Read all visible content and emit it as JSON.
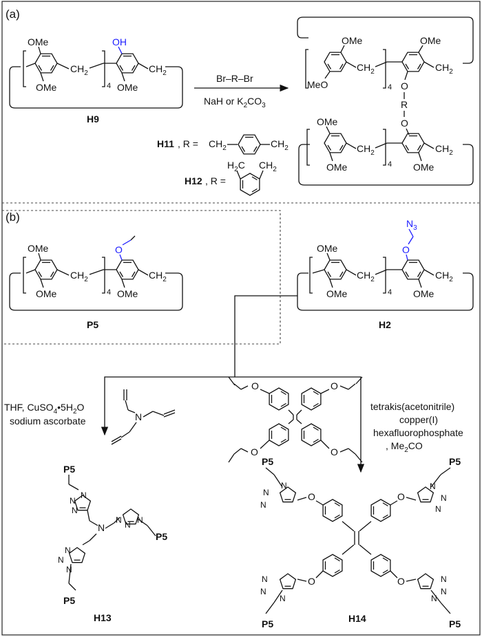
{
  "panel_a": {
    "label": "(a)",
    "reactant": {
      "name": "H9",
      "oh": "OH",
      "ome": "OMe",
      "ch2": "CH",
      "sub2": "2",
      "rep": "4"
    },
    "reagents": {
      "line1": "Br–R–Br",
      "line2_pre": "NaH or K",
      "line2_sub": "2",
      "line2_post": "CO",
      "line2_sub2": "3"
    },
    "linkers": [
      {
        "name": "H11",
        "r_text": ", R =",
        "ch2": "CH",
        "sub": "2"
      },
      {
        "name": "H12",
        "r_text": ", R =",
        "h2c": "H",
        "sub": "2",
        "c": "C"
      }
    ],
    "dimer": {
      "o": "O",
      "r": "R",
      "ome": "OMe",
      "meo": "MeO",
      "ch2": "CH",
      "sub2": "2",
      "rep": "4"
    }
  },
  "panel_b": {
    "label": "(b)",
    "p5": {
      "name": "P5",
      "o": "O",
      "ome": "OMe",
      "ch2": "CH",
      "sub2": "2",
      "rep": "4"
    },
    "h2": {
      "name": "H2",
      "n3": "N",
      "n3_sub": "3",
      "o": "O",
      "ome": "OMe",
      "ch2": "CH",
      "sub2": "2",
      "rep": "4"
    },
    "left_conditions": {
      "line1_pre": "THF, CuSO",
      "line1_sub1": "4",
      "line1_mid": "•5H",
      "line1_sub2": "2",
      "line1_post": "O",
      "line2": "sodium ascorbate"
    },
    "right_conditions": {
      "line1": "tetrakis(acetonitrile)",
      "line2": "copper(I)",
      "line3": "hexafluorophosphate",
      "line4_pre": ", Me",
      "line4_sub": "2",
      "line4_post": "CO"
    },
    "tripropargylamine": {
      "n": "N"
    },
    "tpe_alkyne": {
      "o": "O"
    },
    "products": [
      {
        "name": "H13",
        "p5": "P5",
        "n": "N"
      },
      {
        "name": "H14",
        "p5": "P5",
        "n": "N",
        "o": "O"
      }
    ]
  }
}
